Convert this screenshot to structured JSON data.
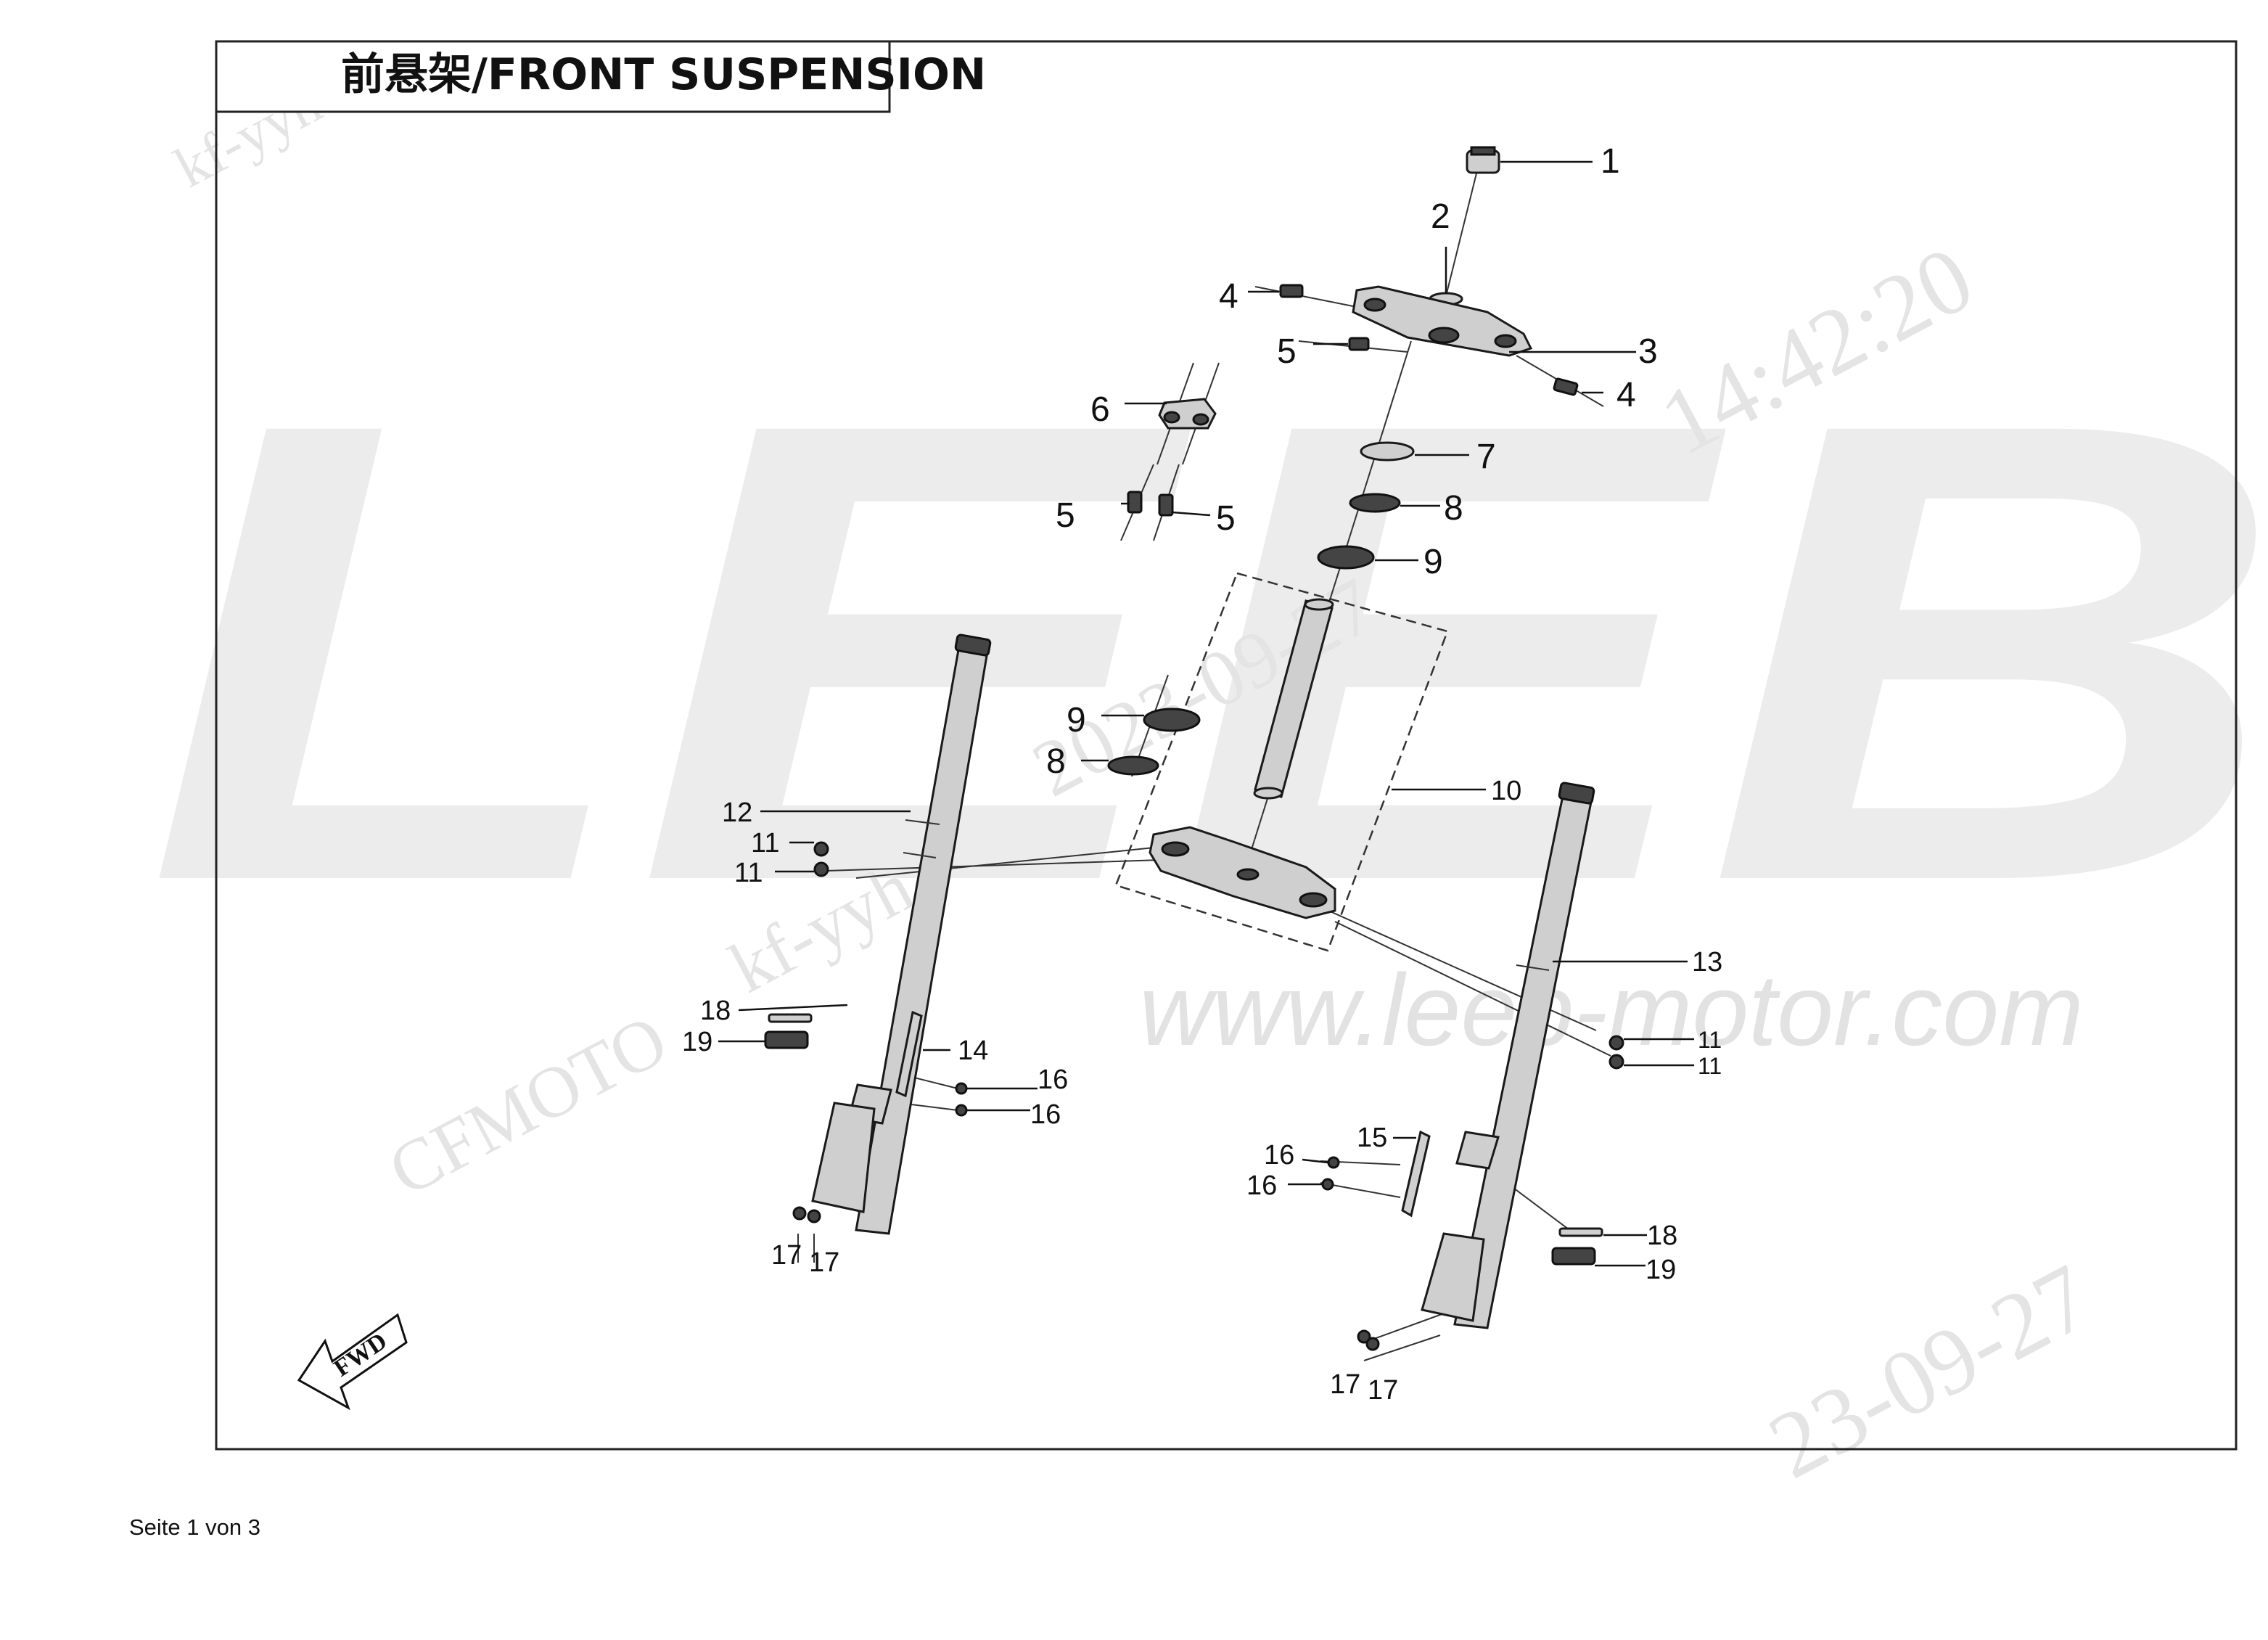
{
  "title": "前悬架/FRONT SUSPENSION",
  "footer": "Seite 1 von 3",
  "watermarks": {
    "brand": "LEEB",
    "url": "www.leeb-motor.com",
    "maker": "CFMOTO",
    "user": "kf-yyh",
    "date": "2023-09-27",
    "date_partial": "23-09-27",
    "time": "14:42:20"
  },
  "fwd_label": "FWD",
  "callouts": [
    "1",
    "2",
    "3",
    "4",
    "4",
    "5",
    "5",
    "5",
    "6",
    "7",
    "8",
    "9",
    "9",
    "8",
    "10",
    "12",
    "11",
    "11",
    "13",
    "11",
    "11",
    "18",
    "19",
    "14",
    "16",
    "16",
    "15",
    "16",
    "16",
    "17",
    "17",
    "18",
    "19",
    "17",
    "17"
  ]
}
